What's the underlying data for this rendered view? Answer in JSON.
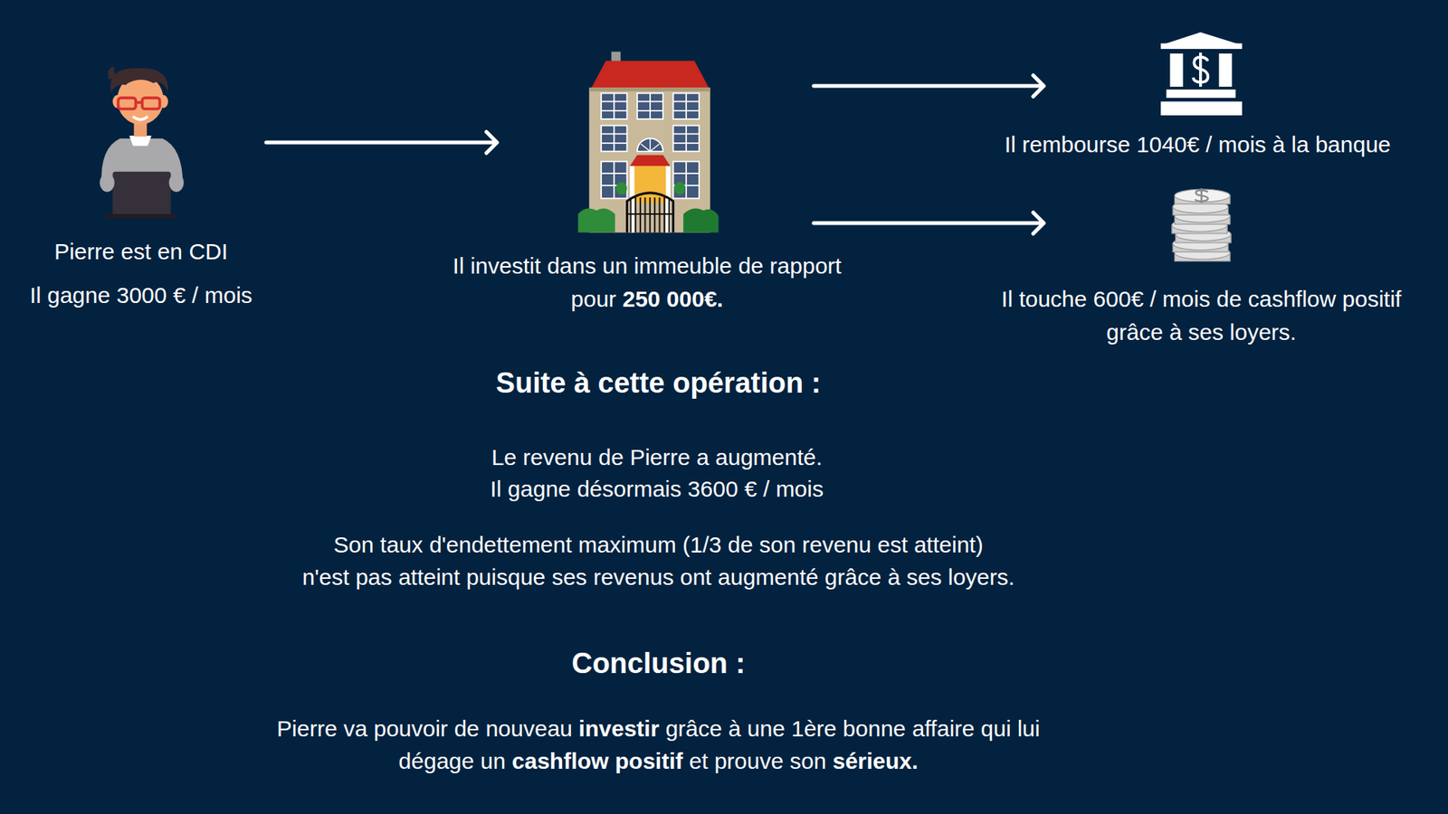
{
  "diagram": {
    "nodes": [
      {
        "text": [
          "Pierre est en CDI",
          "Il gagne 3000 € / mois"
        ]
      },
      {
        "text": [
          "Il investit dans un immeuble de rapport pour 250 000€."
        ]
      },
      {
        "text": [
          "Il rembourse 1040€ / mois à la banque"
        ]
      },
      {
        "text": [
          "Il touche 600€ / mois de cashflow positif grâce à ses loyers."
        ]
      }
    ],
    "edges": [
      {
        "from": 0,
        "to": 1,
        "arrow": "to"
      },
      {
        "from": 1,
        "to": 2,
        "arrow": "to"
      },
      {
        "from": 1,
        "to": 3,
        "arrow": "to"
      }
    ],
    "labels": [
      "Suite à cette opération :",
      "Le revenu de Pierre a augmenté. Il gagne désormais 3600 € / mois",
      "Son taux d'endettement maximum (1/3 de son revenu est atteint) n'est pas atteint puisque ses revenus ont augmenté grâce à ses loyers.",
      "Conclusion :",
      "Pierre va pouvoir de nouveau investir grâce à une 1ère bonne affaire qui lui dégage un cashflow positif et prouve son sérieux."
    ]
  }
}
